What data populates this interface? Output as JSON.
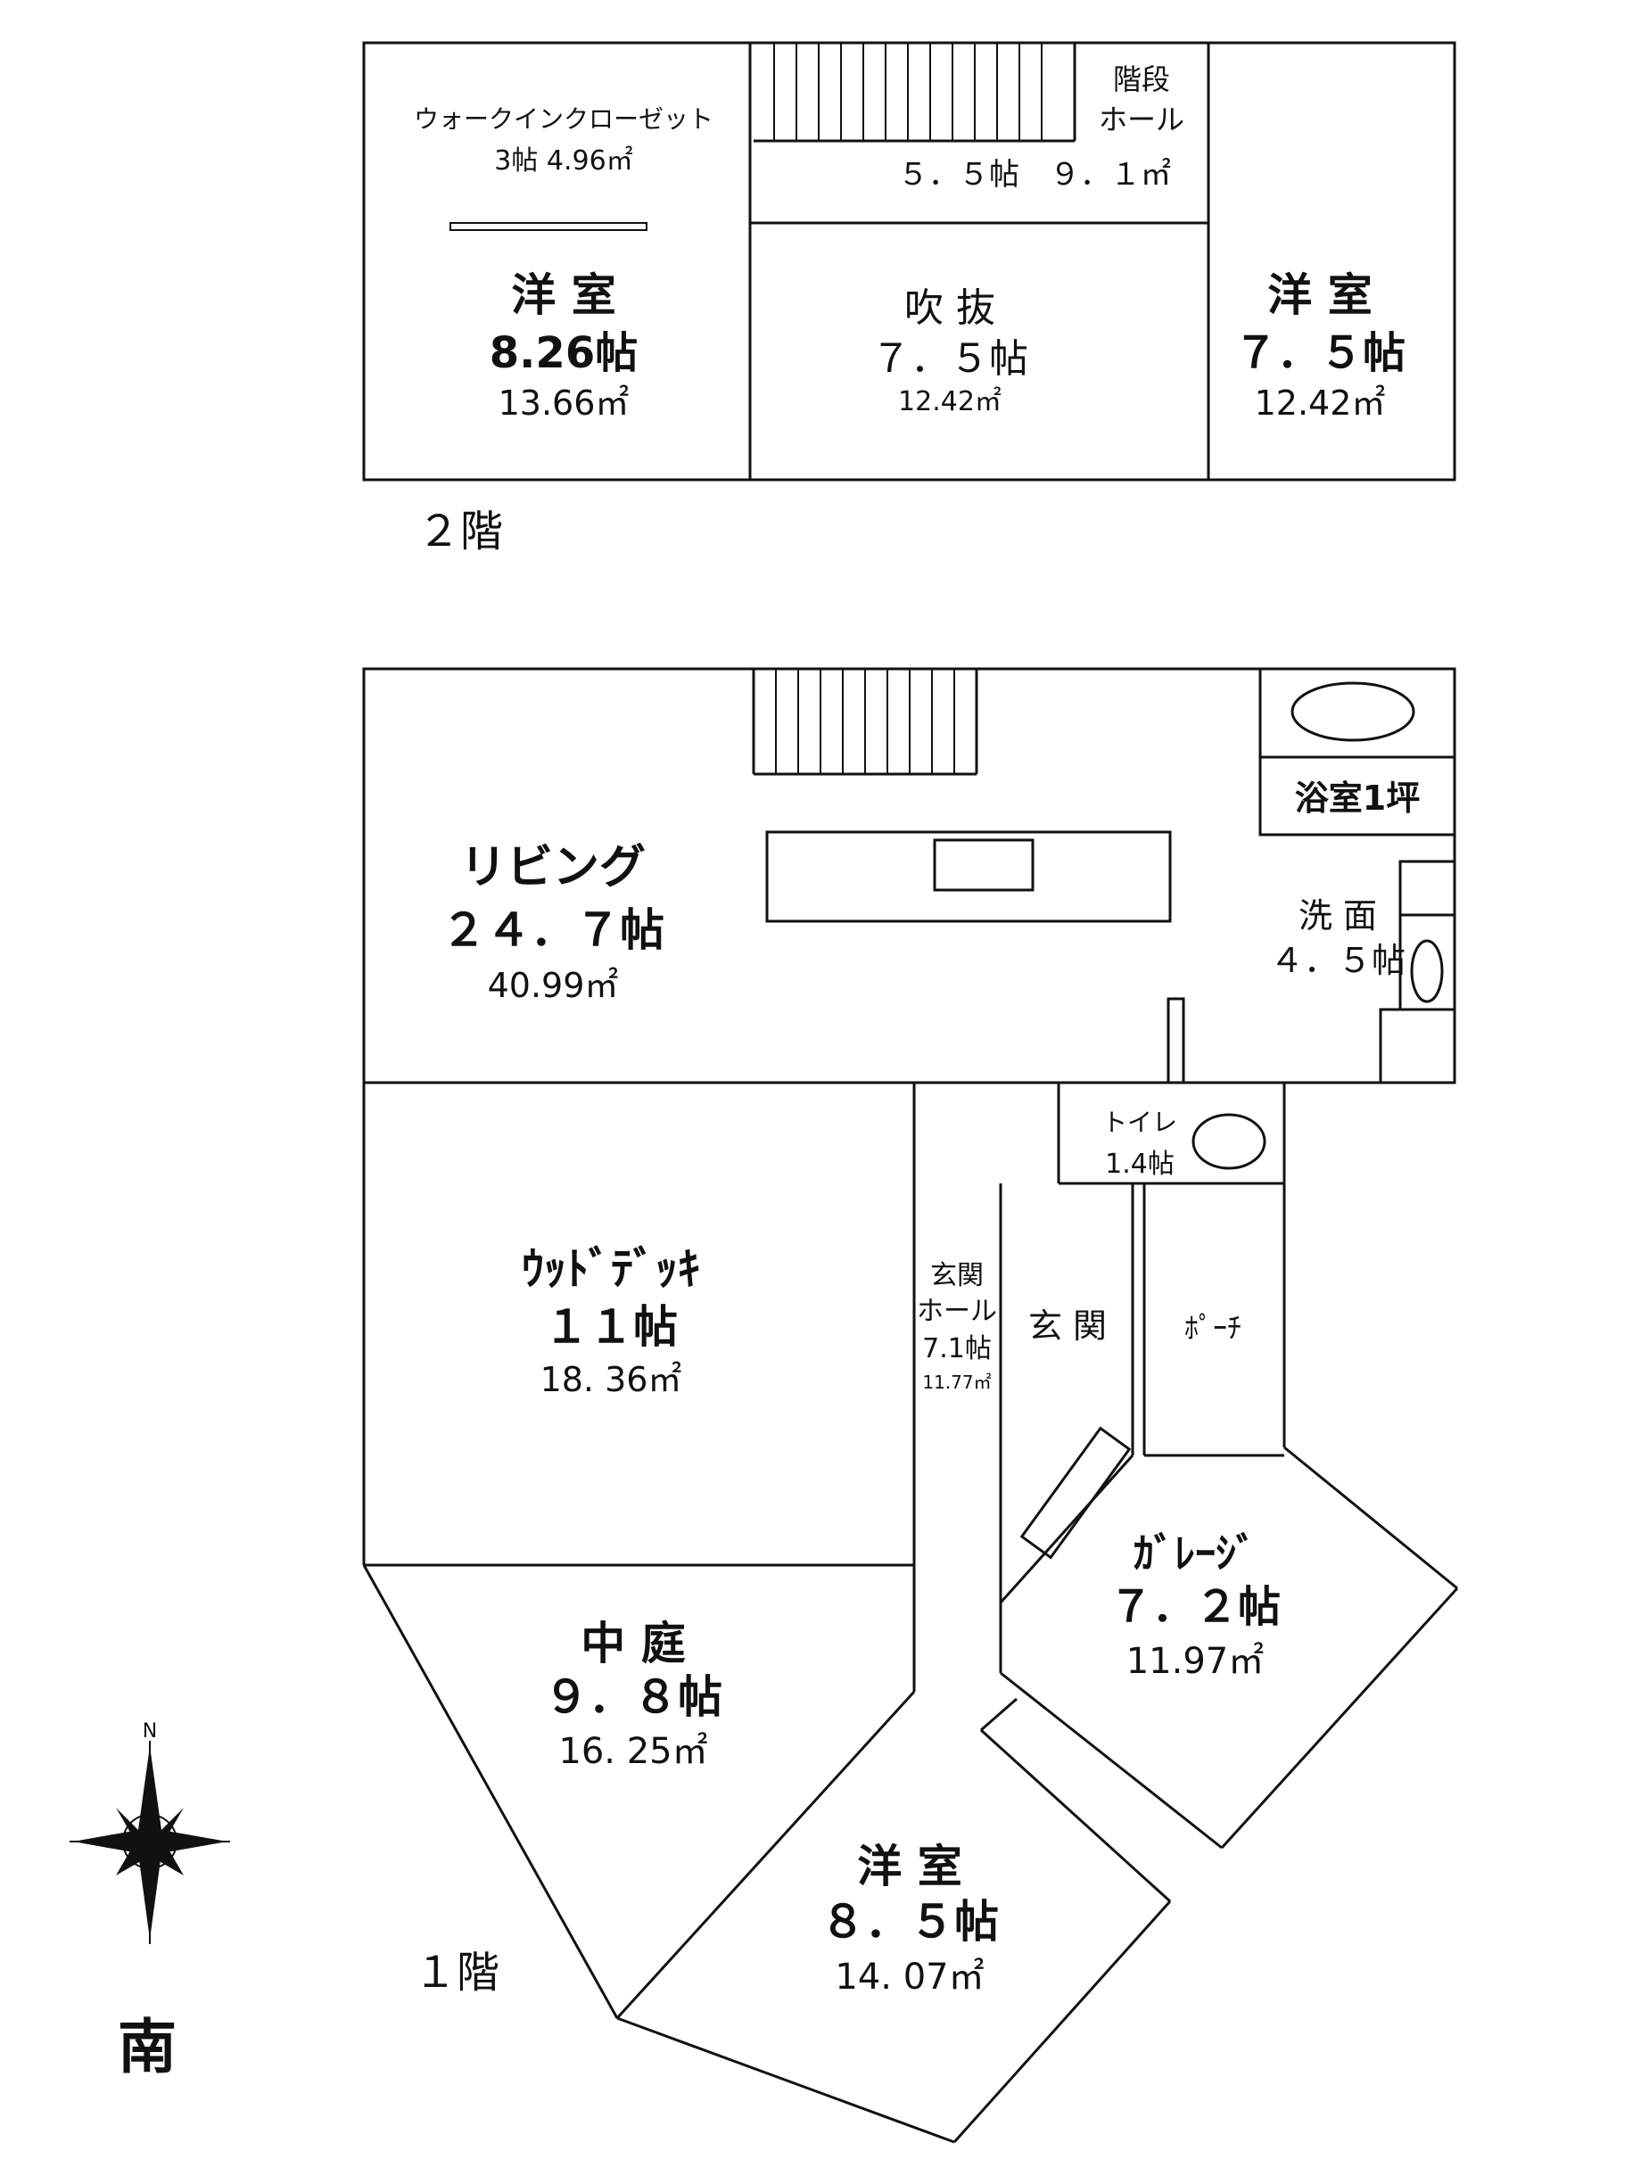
{
  "floor2": {
    "label": "２階",
    "walk_in_closet": {
      "name": "ウォークインクローゼット",
      "size": "3帖 4.96㎡"
    },
    "stair_hall": {
      "name_line1": "階段",
      "name_line2": "ホール",
      "size": "５．５帖　９．１㎡"
    },
    "western_room_west": {
      "name": "洋 室",
      "tatami": "8.26帖",
      "area": "13.66㎡"
    },
    "atrium": {
      "name": "吹 抜",
      "tatami": "７．５帖",
      "area": "12.42㎡"
    },
    "western_room_east": {
      "name": "洋 室",
      "tatami": "７．５帖",
      "area": "12.42㎡"
    }
  },
  "floor1": {
    "label": "１階",
    "bath": {
      "name": "浴室1坪"
    },
    "living": {
      "name": "リビング",
      "tatami": "２４．７帖",
      "area": "40.99㎡"
    },
    "washroom": {
      "name": "洗 面",
      "tatami": "４．５帖"
    },
    "toilet": {
      "name": "トイレ",
      "tatami": "1.4帖"
    },
    "wood_deck": {
      "name": "ｳｯﾄﾞﾃﾞｯｷ",
      "tatami": "１１帖",
      "area": "18. 36㎡"
    },
    "entrance_hall": {
      "line1": "玄関",
      "line2": "ホール",
      "tatami": "7.1帖",
      "area": "11.77㎡"
    },
    "entrance": {
      "name": "玄 関"
    },
    "porch": {
      "name": "ﾎﾟｰﾁ"
    },
    "garage": {
      "name": "ｶﾞﾚｰｼﾞ",
      "tatami": "７．２帖",
      "area": "11.97㎡"
    },
    "courtyard": {
      "name": "中 庭",
      "tatami": "９．８帖",
      "area": "16. 25㎡"
    },
    "western_room": {
      "name": "洋 室",
      "tatami": "８．５帖",
      "area": "14. 07㎡"
    }
  },
  "compass": {
    "north": "N",
    "direction": "南"
  }
}
